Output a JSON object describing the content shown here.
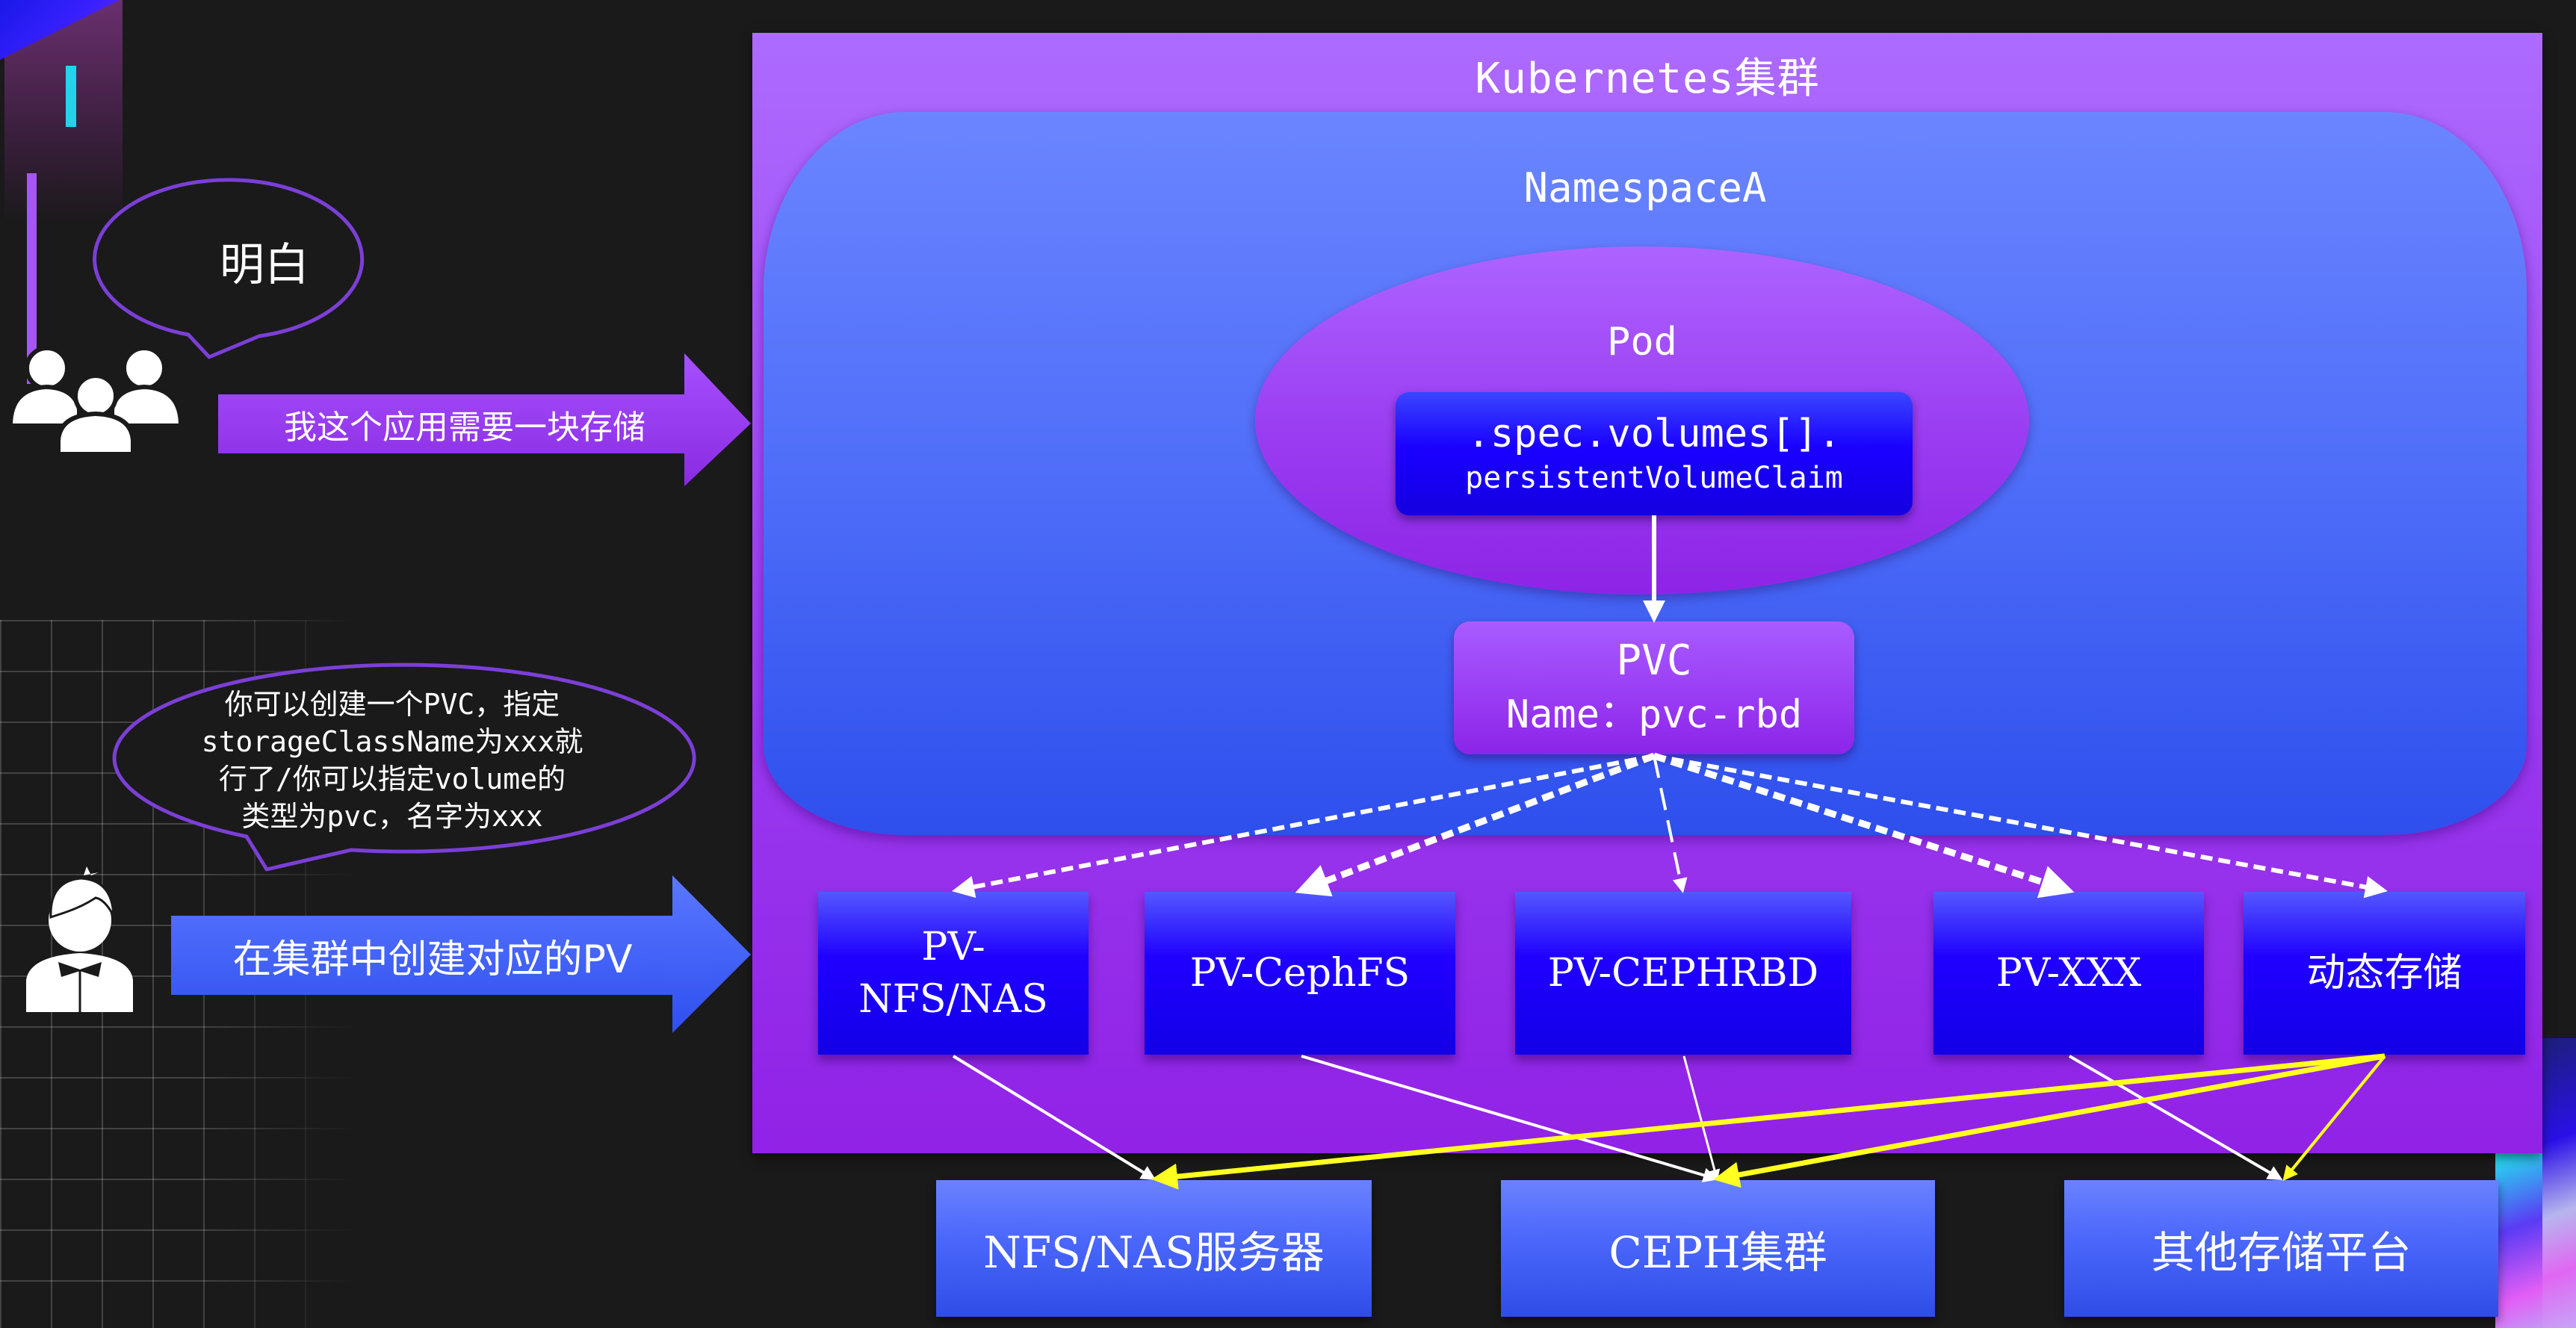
{
  "colors": {
    "background": "#1a1a1a",
    "cluster_fill": "#9a3df0",
    "namespace_fill": "#4f6ef9",
    "pv_fill": "#1a00ff",
    "storage_fill": "#4a66fb",
    "speech_outline": "#7b3fd6",
    "arrow_request": "#9b45f5",
    "arrow_create": "#3f5bf7",
    "static_link": "#ffffff",
    "dynamic_link": "#ffff22",
    "accent_cyan": "#22d3ee"
  },
  "actors": {
    "developer": {
      "icon": "user-group-icon",
      "speech": "明白",
      "arrow_label": "我这个应用需要一块存储"
    },
    "admin": {
      "icon": "admin-person-icon",
      "speech": "你可以创建一个PVC，指定\nstorageClassName为xxx就\n行了/你可以指定volume的\n类型为pvc，名字为xxx",
      "arrow_label": "在集群中创建对应的PV"
    }
  },
  "cluster": {
    "title": "Kubernetes集群",
    "namespace": {
      "title": "NamespaceA",
      "pod": {
        "title": "Pod",
        "volume_ref_line1": ".spec.volumes[].",
        "volume_ref_line2": "persistentVolumeClaim"
      },
      "pvc": {
        "title": "PVC",
        "name": "Name：pvc-rbd"
      }
    },
    "persistent_volumes": [
      {
        "id": "pv-nfs",
        "label": "PV-\nNFS/NAS"
      },
      {
        "id": "pv-cephfs",
        "label": "PV-CephFS"
      },
      {
        "id": "pv-cephrbd",
        "label": "PV-CEPHRBD"
      },
      {
        "id": "pv-xxx",
        "label": "PV-XXX"
      },
      {
        "id": "dynamic",
        "label": "动态存储"
      }
    ]
  },
  "storage_backends": [
    {
      "id": "nfs",
      "label": "NFS/NAS服务器"
    },
    {
      "id": "ceph",
      "label": "CEPH集群"
    },
    {
      "id": "other",
      "label": "其他存储平台"
    }
  ],
  "edges": {
    "pod_to_pvc": {
      "from": "pod",
      "to": "pvc",
      "style": "solid"
    },
    "pvc_to_pv": [
      {
        "to": "pv-nfs",
        "style": "dashed"
      },
      {
        "to": "pv-cephfs",
        "style": "dashed"
      },
      {
        "to": "pv-cephrbd",
        "style": "dashed"
      },
      {
        "to": "pv-xxx",
        "style": "dashed"
      },
      {
        "to": "dynamic",
        "style": "dashed"
      }
    ],
    "pv_to_storage": [
      {
        "from": "pv-nfs",
        "to": "nfs",
        "color": "white"
      },
      {
        "from": "pv-cephfs",
        "to": "ceph",
        "color": "white"
      },
      {
        "from": "pv-cephrbd",
        "to": "ceph",
        "color": "white"
      },
      {
        "from": "pv-xxx",
        "to": "other",
        "color": "white"
      },
      {
        "from": "dynamic",
        "to": "nfs",
        "color": "yellow"
      },
      {
        "from": "dynamic",
        "to": "ceph",
        "color": "yellow"
      },
      {
        "from": "dynamic",
        "to": "other",
        "color": "yellow"
      }
    ]
  }
}
